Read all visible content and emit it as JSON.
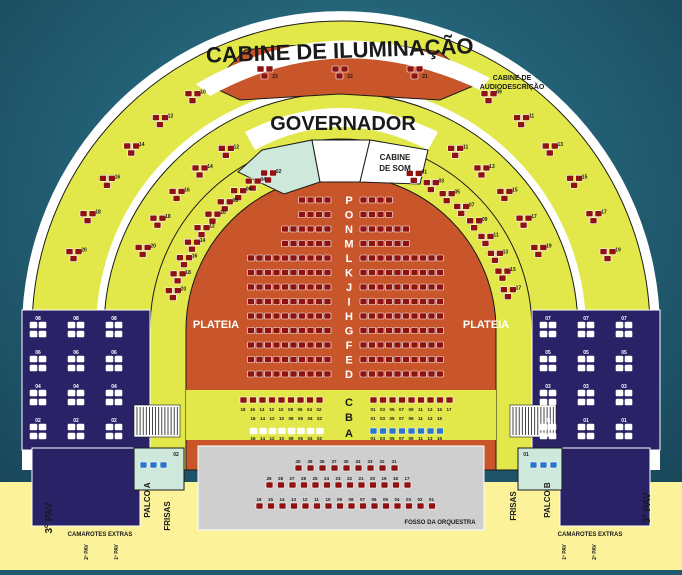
{
  "colors": {
    "sky_dark": "#163f52",
    "sky_light": "#2f7d93",
    "orange": "#c8562a",
    "yellow": "#e3e84a",
    "navy": "#2a2266",
    "mint": "#cfe8dc",
    "light_yellow": "#fbf29a",
    "gray": "#cfcfcf",
    "seat_red": "#8e1212",
    "outline": "#1a1a1a",
    "white": "#ffffff",
    "accessible_blue": "#2b76c8"
  },
  "labels": {
    "lighting_booth": "CABINE DE ILUMINAÇÃO",
    "audio_desc_booth_line1": "CABINE DE",
    "audio_desc_booth_line2": "AUDIODESCRIÇÃO",
    "governor": "GOVERNADOR",
    "sound_booth_line1": "CABINE",
    "sound_booth_line2": "DE SOM",
    "plateia_left": "PLATEIA",
    "plateia_right": "PLATEIA",
    "orchestra_pit": "FOSSO DA ORQUESTRA",
    "frisas_left": "FRISAS",
    "frisas_right": "FRISAS",
    "palco_a": "PALCO A",
    "palco_b": "PALCO B",
    "third_floor_left": "3º PAV",
    "third_floor_right": "3º PAV",
    "extra_boxes_left": "CAMAROTES EXTRAS",
    "extra_boxes_right": "CAMAROTES EXTRAS",
    "second_floor_left": "2º PAV",
    "first_floor_left": "1º PAV",
    "first_floor_right": "1º PAV",
    "second_floor_right": "2º PAV"
  },
  "rows": [
    "P",
    "O",
    "N",
    "M",
    "L",
    "K",
    "J",
    "I",
    "H",
    "G",
    "F",
    "E",
    "D",
    "C",
    "B",
    "A"
  ],
  "row_c_left_numbers": [
    "18",
    "16",
    "14",
    "12",
    "10",
    "08",
    "06",
    "04",
    "02"
  ],
  "row_c_right_numbers": [
    "01",
    "03",
    "05",
    "07",
    "09",
    "11",
    "13",
    "15",
    "17"
  ],
  "row_a_left_numbers": [
    "16",
    "14",
    "12",
    "10",
    "08",
    "06",
    "04",
    "02"
  ],
  "row_a_right_numbers": [
    "01",
    "03",
    "05",
    "07",
    "09",
    "11",
    "13",
    "15"
  ],
  "pit_row_top": [
    "40",
    "38",
    "36",
    "37",
    "35",
    "34",
    "33",
    "32",
    "31"
  ],
  "pit_row_mid": [
    "26",
    "28",
    "27",
    "28",
    "25",
    "24",
    "23",
    "22",
    "21",
    "20",
    "19",
    "18",
    "17"
  ],
  "pit_row_bottom": [
    "16",
    "15",
    "14",
    "13",
    "12",
    "11",
    "10",
    "09",
    "08",
    "07",
    "06",
    "05",
    "04",
    "03",
    "02",
    "01"
  ],
  "outer_ring_left": [
    "20",
    "18",
    "16",
    "14",
    "12",
    "10"
  ],
  "outer_ring_right": [
    "19",
    "17",
    "15",
    "13",
    "11",
    "09"
  ],
  "top_box_numbers": [
    "23",
    "22",
    "21"
  ],
  "second_ring_left": [
    "20",
    "18",
    "16",
    "14",
    "12"
  ],
  "second_ring_right": [
    "19",
    "17",
    "15",
    "13",
    "11"
  ],
  "inner_ring_left": [
    "20",
    "18",
    "16",
    "14",
    "12",
    "10",
    "08",
    "06",
    "04",
    "02"
  ],
  "inner_ring_right": [
    "17",
    "15",
    "13",
    "11",
    "09",
    "07",
    "05",
    "03",
    "01"
  ],
  "navy_left_numbers": [
    "08",
    "08",
    "08",
    "06",
    "06",
    "06",
    "04",
    "04",
    "04",
    "02",
    "02",
    "02"
  ],
  "navy_right_numbers": [
    "07",
    "07",
    "07",
    "05",
    "05",
    "05",
    "03",
    "03",
    "03",
    "01",
    "01",
    "01"
  ]
}
